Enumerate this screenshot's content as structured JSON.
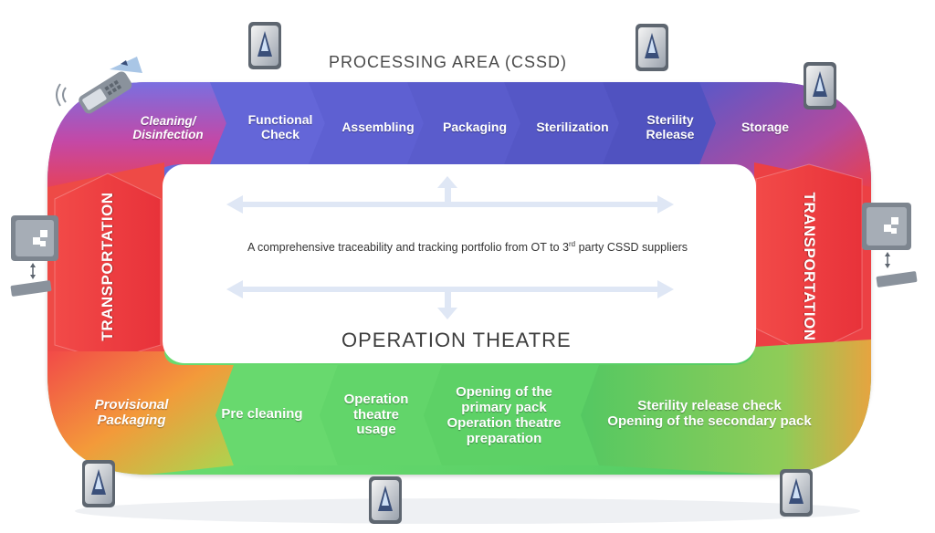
{
  "processing_area": {
    "title": "PROCESSING AREA (CSSD)",
    "steps": [
      {
        "line1": "Cleaning/",
        "line2": "Disinfection"
      },
      {
        "line1": "Functional",
        "line2": "Check"
      },
      {
        "line1": "Assembling",
        "line2": ""
      },
      {
        "line1": "Packaging",
        "line2": ""
      },
      {
        "line1": "Sterilization",
        "line2": ""
      },
      {
        "line1": "Sterility",
        "line2": "Release"
      },
      {
        "line1": "Storage",
        "line2": ""
      }
    ]
  },
  "transportation": {
    "left": "TRANSPORTATION",
    "right": "TRANSPORTATION"
  },
  "center": {
    "before": "A comprehensive traceability and tracking portfolio from OT to 3",
    "sup": "rd",
    "after": " party CSSD suppliers"
  },
  "operation_theatre": {
    "title": "OPERATION THEATRE",
    "steps": [
      {
        "lines": [
          "Provisional",
          "Packaging"
        ]
      },
      {
        "lines": [
          "Pre cleaning"
        ]
      },
      {
        "lines": [
          "Operation",
          "theatre",
          "usage"
        ]
      },
      {
        "lines": [
          "Opening of the",
          "primary pack",
          "Operation theatre",
          "preparation"
        ]
      },
      {
        "lines": [
          "Sterility release check",
          "Opening of the secondary pack"
        ]
      }
    ]
  },
  "icons": [
    "rfid-tag-icon",
    "handheld-scanner-icon",
    "wall-reader-icon"
  ],
  "colors": {
    "top_band": "#5b5fd0",
    "cleaning": "#b24aa8",
    "transport": "#ee3a3c",
    "bottom_band": "#5ed66a",
    "provisional": "#f07a3a",
    "arrows": "#dfe7f5"
  }
}
